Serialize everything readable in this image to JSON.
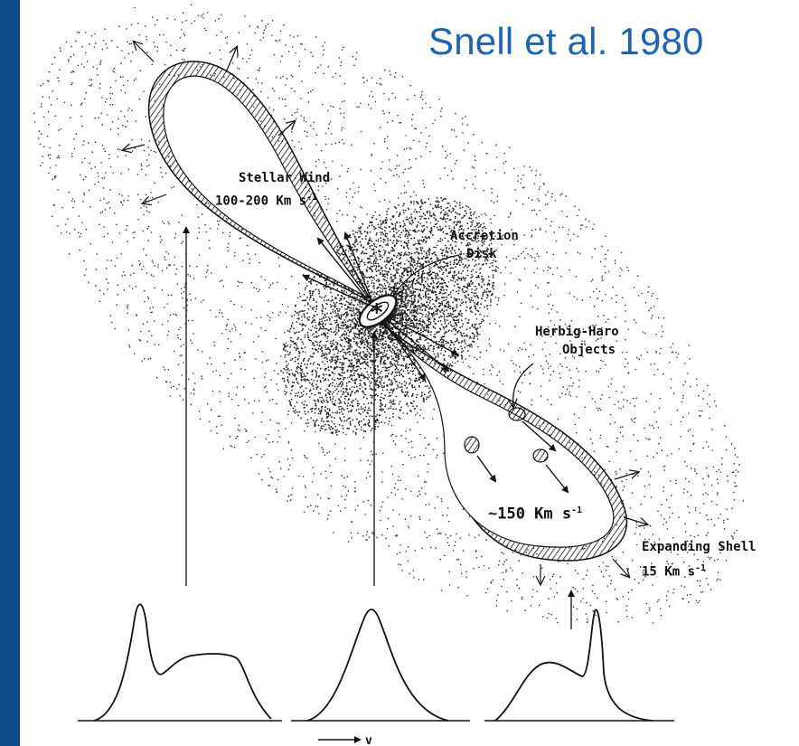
{
  "citation": "Snell et al. 1980",
  "labels": {
    "stellar_wind": "Stellar Wind",
    "stellar_wind_speed": "100-200 Km s",
    "accretion_disk_line1": "Accretion",
    "accretion_disk_line2": "Disk",
    "herbig_haro_line1": "Herbig-Haro",
    "herbig_haro_line2": "Objects",
    "outflow_speed": "~150 Km s",
    "expanding_shell": "Expanding Shell",
    "shell_speed": "15 Km s",
    "unit_exponent": "-1",
    "velocity_axis": "v",
    "star_symbol": "*"
  },
  "colors": {
    "slide_background": "#0c5297",
    "panel_background": "#ffffff",
    "citation_text": "#1d63b8",
    "ink": "#111111"
  }
}
